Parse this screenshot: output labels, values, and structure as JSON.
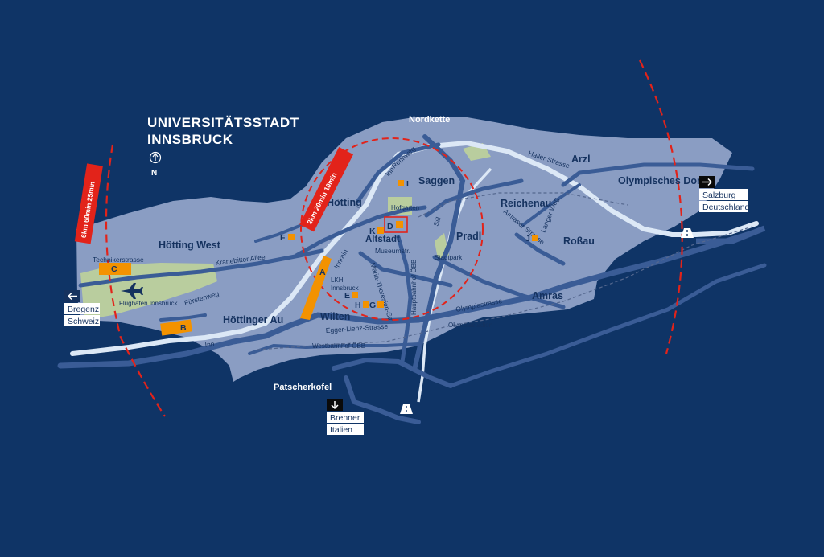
{
  "title_line1": "UNIVERSITÄTSSTADT",
  "title_line2": "INNSBRUCK",
  "north_label": "N",
  "colors": {
    "background": "#0f3466",
    "city_area": "#8a9dc3",
    "roads": "#3a5c96",
    "river": "#dce8f6",
    "green": "#b9cd9e",
    "locations": "#f39200",
    "radius_red": "#e2231a"
  },
  "mountains": {
    "north": "Nordkette",
    "south": "Patscherkofel"
  },
  "districts": [
    "Hötting",
    "Hötting West",
    "Höttinger Au",
    "Saggen",
    "Altstadt",
    "Wilten",
    "Pradl",
    "Reichenau",
    "Arzl",
    "Olympisches Dorf",
    "Roßau",
    "Amras"
  ],
  "streets": [
    "Technikerstrasse",
    "Kranebitter Allee",
    "Fürstenweg",
    "Egger-Lienz-Strasse",
    "Museumstr.",
    "Maria-Theresien-Str.",
    "Olympiastrasse",
    "Haller Strasse",
    "Rennweg",
    "Innrain",
    "Amraser Strasse",
    "Langer Weg",
    "Sill",
    "Inn"
  ],
  "places": {
    "airport": "Flughafen Innsbruck",
    "hofgarten": "Hofgarten",
    "stadtpark": "Stadtpark",
    "lkh_line1": "LKH",
    "lkh_line2": "Innsbruck",
    "olympiastadion": "Olympiastadion",
    "westbahnhof": "Westbahnhof ÖBB",
    "hauptbahnhof": "Hauptbahnhof ÖBB"
  },
  "locations": [
    "A",
    "B",
    "C",
    "D",
    "E",
    "F",
    "G",
    "H",
    "I",
    "J",
    "K"
  ],
  "radius_badges": {
    "outer": "6km  60min  25min",
    "inner": "2km  20min  10min"
  },
  "destinations": {
    "west": [
      "Bregenz",
      "Schweiz"
    ],
    "east": [
      "Salzburg",
      "Deutschland"
    ],
    "south": [
      "Brenner",
      "Italien"
    ]
  }
}
